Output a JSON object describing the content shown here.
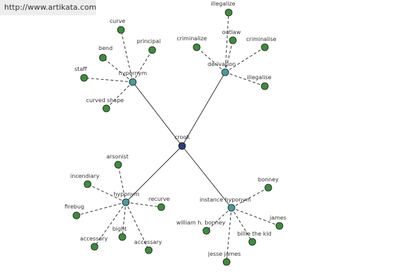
{
  "watermark": "http://www.artikata.com",
  "colors": {
    "root": "#2f3a78",
    "hub": "#4a9a9a",
    "leaf": "#3f8a3f",
    "edge": "#333333",
    "label": "#333333"
  },
  "graph": {
    "root": {
      "id": "crook",
      "label": "crook"
    },
    "hubs": [
      {
        "id": "hypernym",
        "label": "hypernym",
        "leaves": [
          "curve",
          "principal",
          "bend",
          "staff",
          "curved shape"
        ]
      },
      {
        "id": "derivation",
        "label": "derivation",
        "leaves": [
          "illegalize",
          "outlaw",
          "criminalize",
          "criminalise",
          "illegalise"
        ]
      },
      {
        "id": "hyponym",
        "label": "hyponym",
        "leaves": [
          "arsonist",
          "incendiary",
          "firebug",
          "recurve",
          "bight",
          "accessory",
          "accessary"
        ]
      },
      {
        "id": "instance-hyponym",
        "label": "instance hyponym",
        "leaves": [
          "bonney",
          "william h. bonney",
          "james",
          "billie the kid",
          "jesse james"
        ]
      }
    ]
  }
}
